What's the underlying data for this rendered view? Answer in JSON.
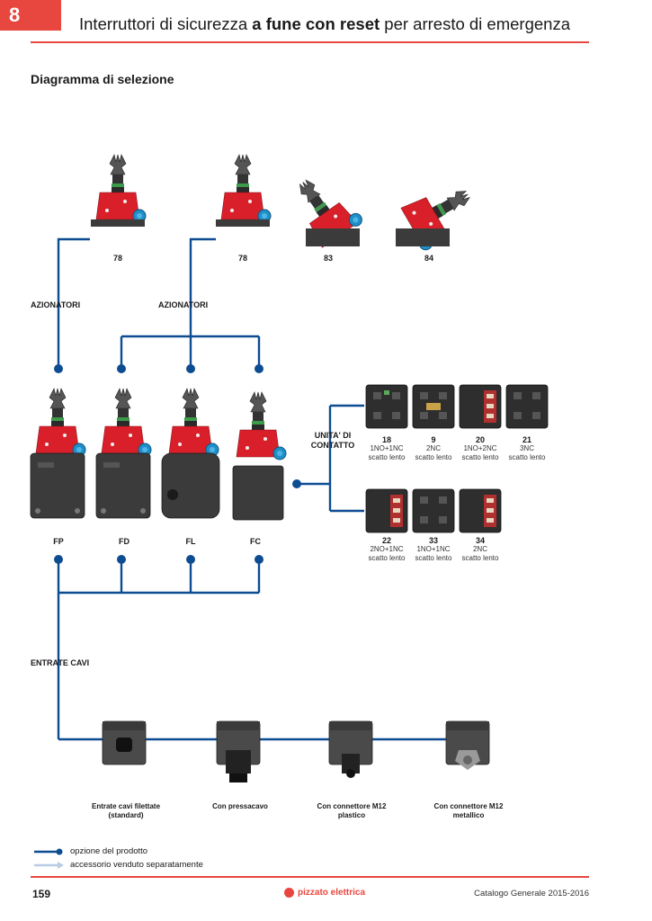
{
  "header": {
    "chapter": "8",
    "title_pre": "Interruttori di sicurezza ",
    "title_bold": "a fune con reset",
    "title_post": " per arresto di emergenza"
  },
  "section_title": "Diagramma di selezione",
  "actuators": [
    {
      "code": "78"
    },
    {
      "code": "78"
    },
    {
      "code": "83"
    },
    {
      "code": "84"
    }
  ],
  "labels": {
    "actuators_left": "AZIONATORI",
    "actuators_right": "AZIONATORI",
    "contact_units_line1": "UNITA' DI",
    "contact_units_line2": "CONTATTO",
    "cable_entries": "ENTRATE CAVI"
  },
  "bodies": [
    {
      "code": "FP"
    },
    {
      "code": "FD"
    },
    {
      "code": "FL"
    },
    {
      "code": "FC"
    }
  ],
  "contact_units_row1": [
    {
      "code": "18",
      "spec": "1NO+1NC",
      "sub": "scatto lento"
    },
    {
      "code": "9",
      "spec": "2NC",
      "sub": "scatto lento"
    },
    {
      "code": "20",
      "spec": "1NO+2NC",
      "sub": "scatto lento"
    },
    {
      "code": "21",
      "spec": "3NC",
      "sub": "scatto lento"
    }
  ],
  "contact_units_row2": [
    {
      "code": "22",
      "spec": "2NO+1NC",
      "sub": "scatto lento"
    },
    {
      "code": "33",
      "spec": "1NO+1NC",
      "sub": "scatto lento"
    },
    {
      "code": "34",
      "spec": "2NC",
      "sub": "scatto lento"
    }
  ],
  "cable_entries": [
    {
      "line1": "Entrate cavi filettate",
      "line2": "(standard)"
    },
    {
      "line1": "Con pressacavo",
      "line2": ""
    },
    {
      "line1": "Con connettore M12",
      "line2": "plastico"
    },
    {
      "line1": "Con connettore M12",
      "line2": "metallico"
    }
  ],
  "legend": {
    "product_option": "opzione del prodotto",
    "accessory": "accessorio venduto separatamente"
  },
  "footer": {
    "page": "159",
    "brand": "pizzato elettrica",
    "catalog": "Catalogo Generale 2015-2016"
  },
  "colors": {
    "accent_red": "#e8473f",
    "line_blue": "#0e4c92",
    "accessory_line": "#b8cde4",
    "device_red": "#d9202a",
    "device_gray": "#3b3b3b",
    "knob_blue": "#1f8fc8"
  }
}
